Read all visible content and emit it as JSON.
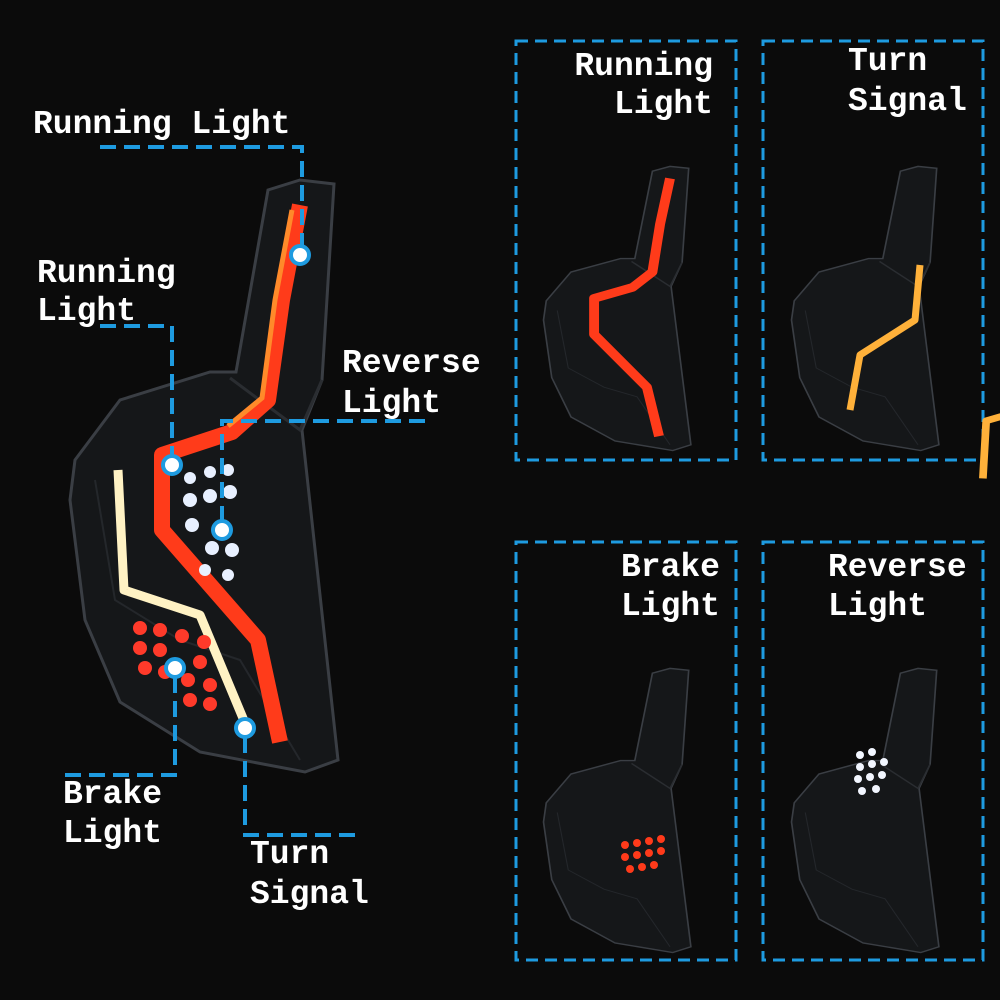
{
  "callouts": {
    "running_top": "Running Light",
    "running_left_1": "Running",
    "running_left_2": "Light",
    "reverse_1": "Reverse",
    "reverse_2": "Light",
    "brake_1": "Brake",
    "brake_2": "Light",
    "turn_1": "Turn",
    "turn_2": "Signal"
  },
  "panels": [
    {
      "line1": "Running",
      "line2": "Light",
      "mode": "running"
    },
    {
      "line1": "Turn",
      "line2": "Signal",
      "mode": "turn"
    },
    {
      "line1": "Brake",
      "line2": "Light",
      "mode": "brake"
    },
    {
      "line1": "Reverse",
      "line2": "Light",
      "mode": "reverse"
    }
  ],
  "colors": {
    "accent": "#1e9be0",
    "running": "#ff3b1a",
    "turn": "#ffb13a",
    "brake": "#ff2a1a",
    "reverse": "#ffffff",
    "background": "#0b0b0b"
  }
}
